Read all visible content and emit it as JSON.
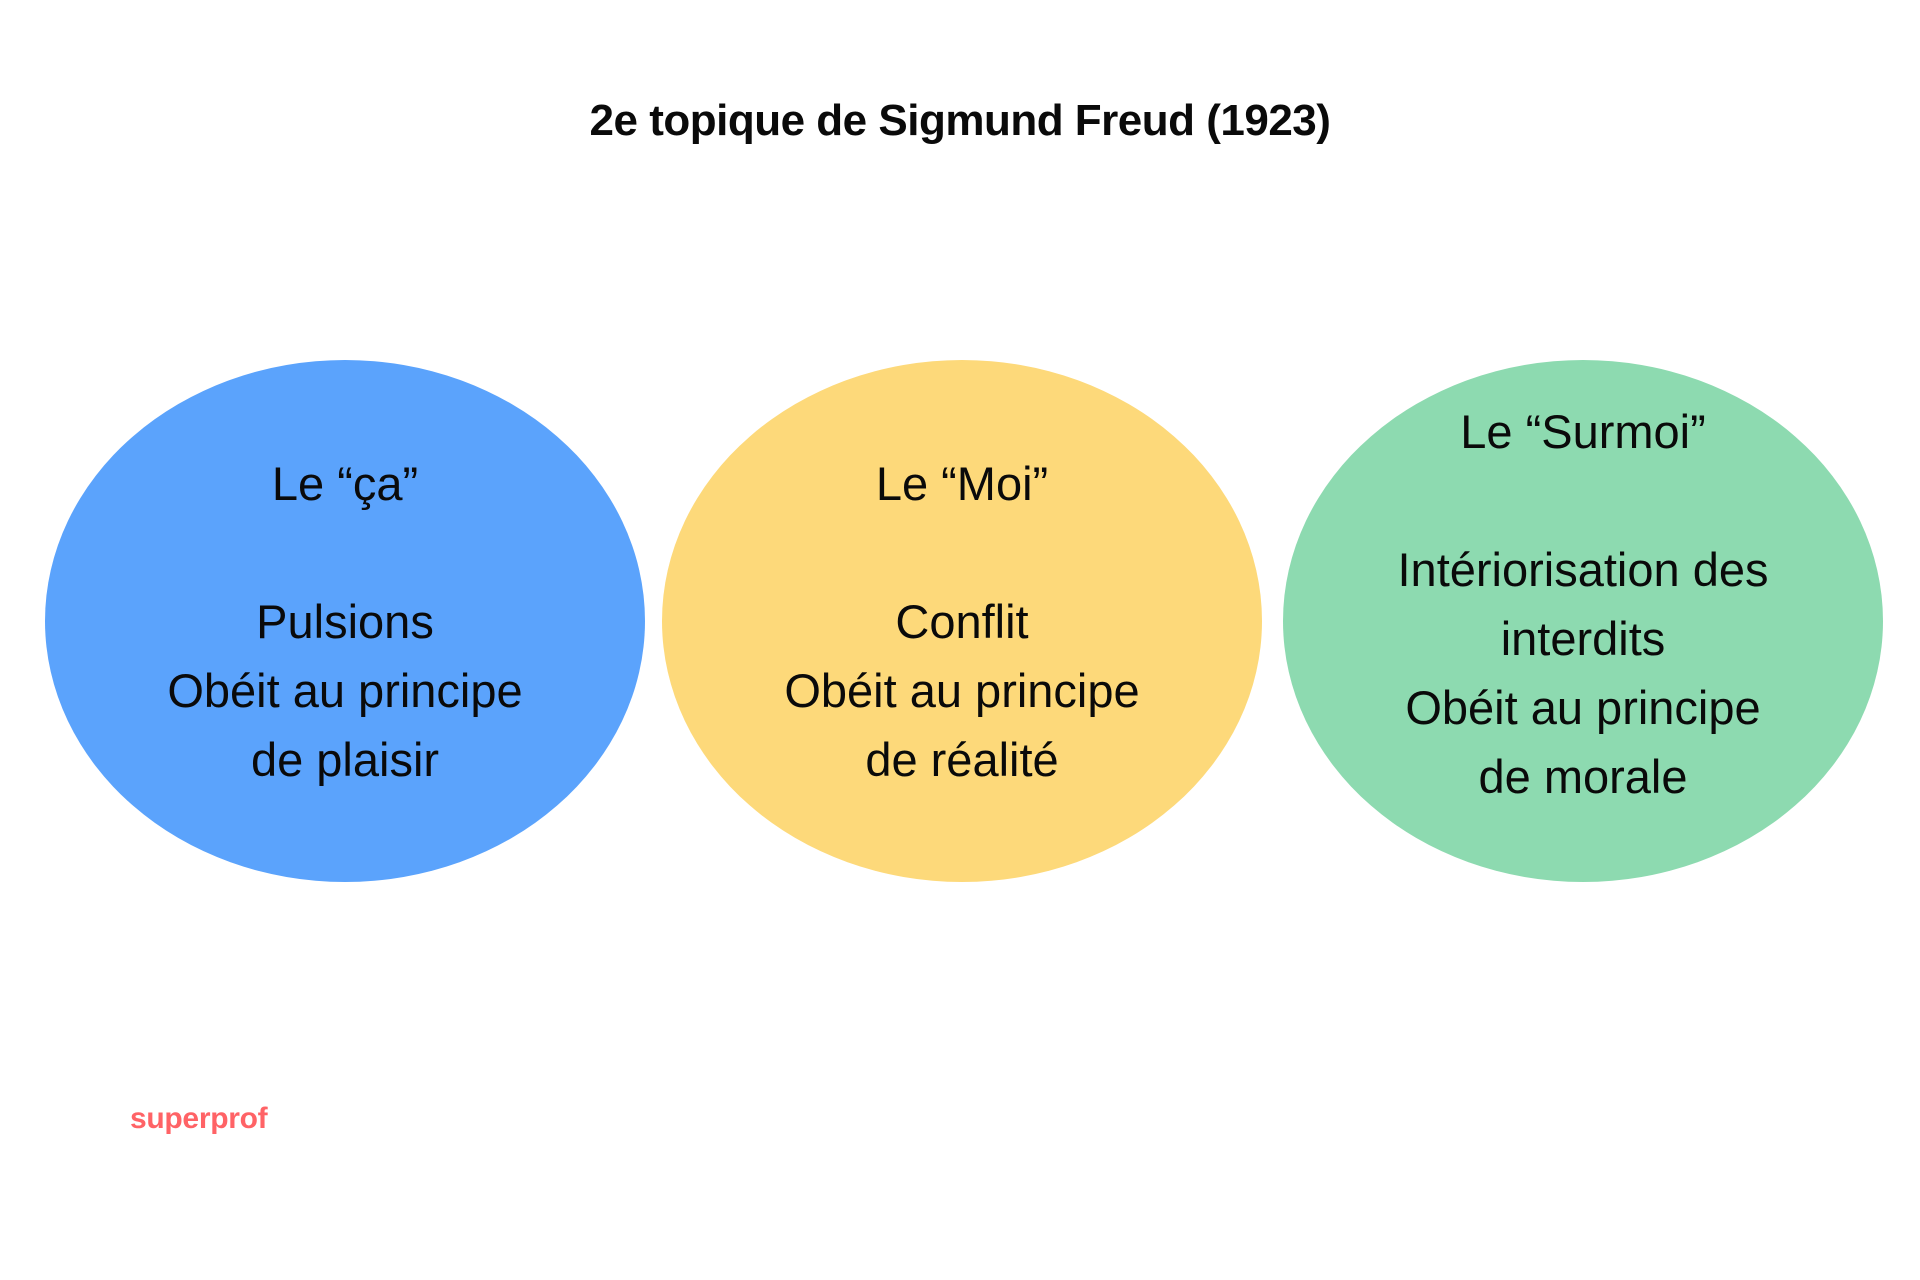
{
  "title": "2e topique de Sigmund Freud (1923)",
  "instances": [
    {
      "heading": "Le “ça”",
      "lines": [
        "Pulsions",
        "Obéit au principe",
        "de plaisir"
      ],
      "color": "#5ba3fc"
    },
    {
      "heading": "Le “Moi”",
      "lines": [
        "Conflit",
        "Obéit au principe",
        "de réalité"
      ],
      "color": "#fdd97a"
    },
    {
      "heading": "Le “Surmoi”",
      "lines": [
        "Intériorisation des",
        "interdits",
        "Obéit au principe",
        "de morale"
      ],
      "color": "#8ddab0"
    }
  ],
  "logo": {
    "text": "superprof",
    "color": "#ff6366"
  }
}
